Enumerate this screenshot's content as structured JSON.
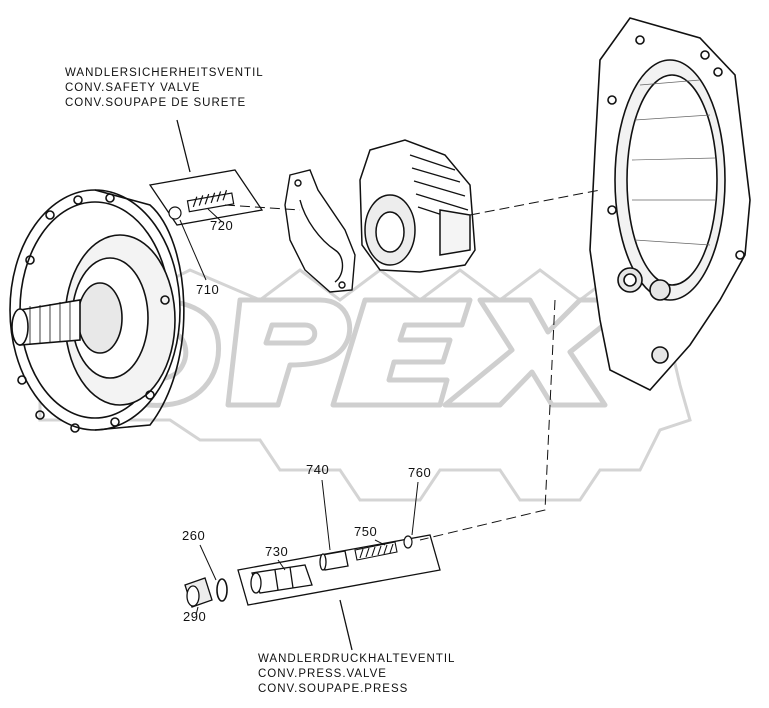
{
  "watermark": "OPEX",
  "safety_valve_caption": [
    "WANDLERSICHERHEITSVENTIL",
    "CONV.SAFETY VALVE",
    "CONV.SOUPAPE DE SURETE"
  ],
  "pressure_valve_caption": [
    "WANDLERDRUCKHALTEVENTIL",
    "CONV.PRESS.VALVE",
    "CONV.SOUPAPE.PRESS"
  ],
  "part_numbers": {
    "p710": "710",
    "p720": "720",
    "p730": "730",
    "p740": "740",
    "p750": "750",
    "p760": "760",
    "p260": "260",
    "p290": "290"
  },
  "icons": {
    "watermark": "opex-logo-gear-icon",
    "housing": "pump-housing-icon",
    "gasket": "gasket-icon",
    "bracket": "valve-block-icon",
    "cover": "converter-bell-housing-icon"
  }
}
